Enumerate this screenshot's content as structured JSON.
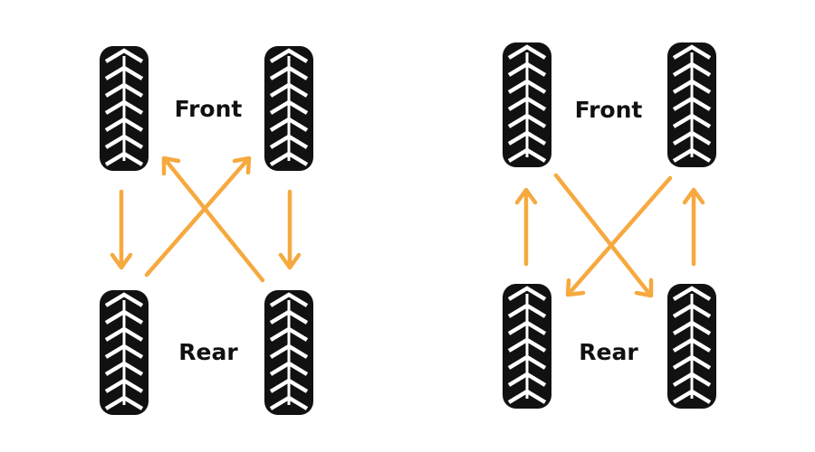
{
  "colors": {
    "tire": "#111111",
    "tread": "#ffffff",
    "arrow": "#F6A93F",
    "text": "#111111"
  },
  "diagrams": [
    {
      "id": "left",
      "front_label": "Front",
      "rear_label": "Rear",
      "moves": [
        {
          "from": "front-left",
          "to": "rear-left",
          "path": "straight"
        },
        {
          "from": "front-right",
          "to": "rear-right",
          "path": "straight"
        },
        {
          "from": "rear-left",
          "to": "front-right",
          "path": "cross"
        },
        {
          "from": "rear-right",
          "to": "front-left",
          "path": "cross"
        }
      ]
    },
    {
      "id": "right",
      "front_label": "Front",
      "rear_label": "Rear",
      "moves": [
        {
          "from": "rear-left",
          "to": "front-left",
          "path": "straight"
        },
        {
          "from": "rear-right",
          "to": "front-right",
          "path": "straight"
        },
        {
          "from": "front-left",
          "to": "rear-right",
          "path": "cross"
        },
        {
          "from": "front-right",
          "to": "rear-left",
          "path": "cross"
        }
      ]
    }
  ]
}
